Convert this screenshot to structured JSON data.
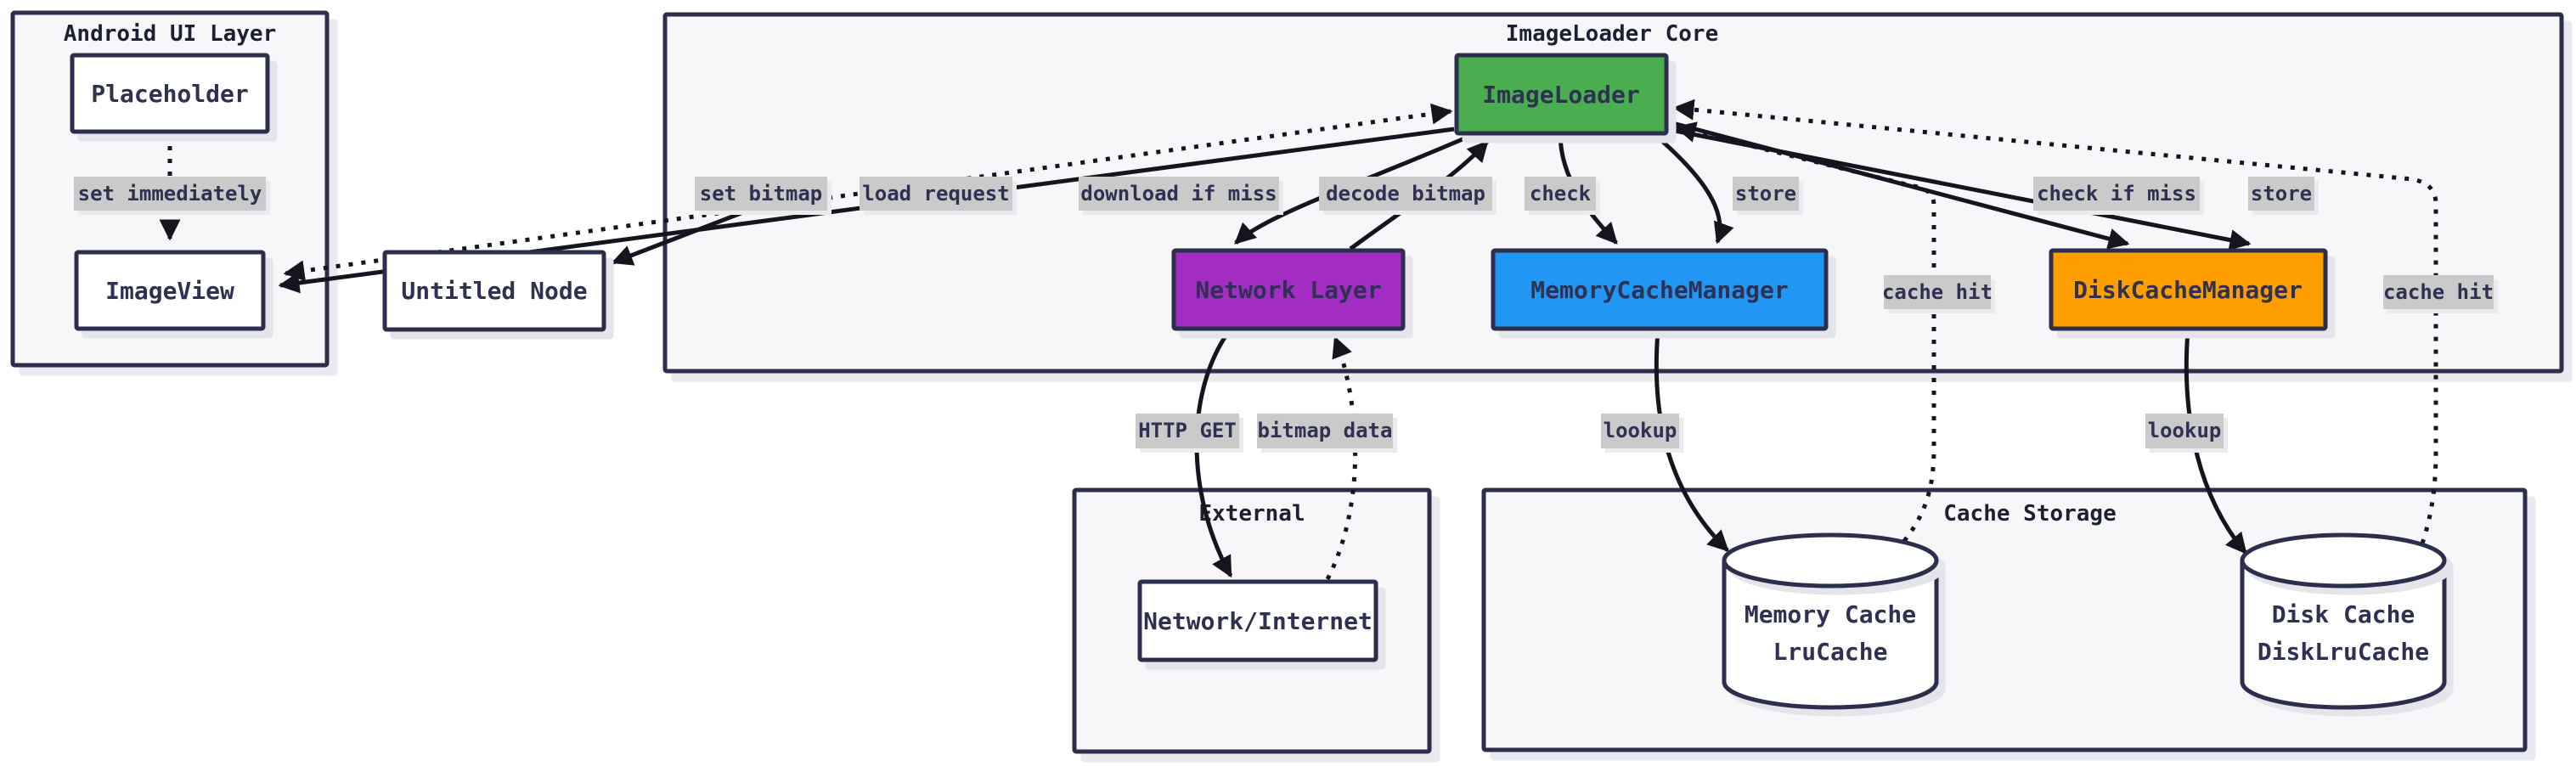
{
  "diagram": {
    "subgraphs": {
      "android_ui_layer": {
        "title": "Android UI Layer"
      },
      "imageloader_core": {
        "title": "ImageLoader Core"
      },
      "external": {
        "title": "External"
      },
      "cache_storage": {
        "title": "Cache Storage"
      }
    },
    "nodes": {
      "placeholder": {
        "label": "Placeholder",
        "fill": "#ffffff"
      },
      "imageview": {
        "label": "ImageView",
        "fill": "#ffffff"
      },
      "untitled": {
        "label": "Untitled Node",
        "fill": "#ffffff"
      },
      "imageloader": {
        "label": "ImageLoader",
        "fill": "#4aae50"
      },
      "network_layer": {
        "label": "Network Layer",
        "fill": "#a32cc4"
      },
      "memory_cache_manager": {
        "label": "MemoryCacheManager",
        "fill": "#2196f3"
      },
      "disk_cache_manager": {
        "label": "DiskCacheManager",
        "fill": "#ff9e00"
      },
      "network_internet": {
        "label": "Network/Internet",
        "fill": "#ffffff"
      },
      "memory_cache": {
        "label_line1": "Memory Cache",
        "label_line2": "LruCache",
        "fill": "#ffffff"
      },
      "disk_cache": {
        "label_line1": "Disk Cache",
        "label_line2": "DiskLruCache",
        "fill": "#ffffff"
      }
    },
    "edge_labels": {
      "set_immediately": "set immediately",
      "set_bitmap": "set bitmap",
      "load_request": "load request",
      "download_if_miss": "download if miss",
      "decode_bitmap": "decode bitmap",
      "check": "check",
      "store_memory": "store",
      "cache_hit_memory": "cache hit",
      "check_if_miss": "check if miss",
      "store_disk": "store",
      "cache_hit_disk": "cache hit",
      "http_get": "HTTP GET",
      "bitmap_data": "bitmap data",
      "lookup_memory": "lookup",
      "lookup_disk": "lookup"
    },
    "colors": {
      "border": "#2b2f4c",
      "edge": "#15151f",
      "edge_label_bg": "#cacaca",
      "subgraph_fill": "#f7f7fa",
      "text": "#2e3152",
      "node_green": "#4aae50",
      "node_purple": "#a32cc4",
      "node_blue": "#2196f3",
      "node_orange": "#ff9e00"
    }
  }
}
